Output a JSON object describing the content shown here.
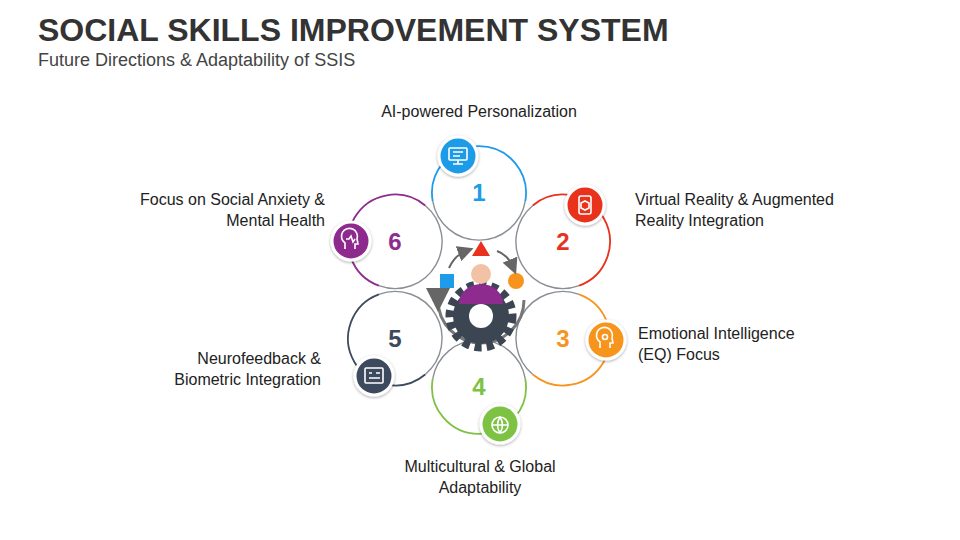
{
  "diagram": {
    "title": "SOCIAL SKILLS IMPROVEMENT SYSTEM",
    "nodes": [
      {
        "text": [
          "1",
          "AI-powered Personalization"
        ]
      },
      {
        "text": [
          "2",
          "Virtual Reality & Augmented Reality Integration"
        ]
      },
      {
        "text": [
          "3",
          "Emotional Intelligence (EQ) Focus"
        ]
      },
      {
        "text": [
          "4",
          "Multicultural & Global Adaptability"
        ]
      },
      {
        "text": [
          "5",
          "Neurofeedback & Biometric Integration"
        ]
      },
      {
        "text": [
          "6",
          "Focus on Social Anxiety & Mental Health"
        ]
      }
    ],
    "labels": [
      "Future Directions & Adaptability of SSIS"
    ]
  }
}
